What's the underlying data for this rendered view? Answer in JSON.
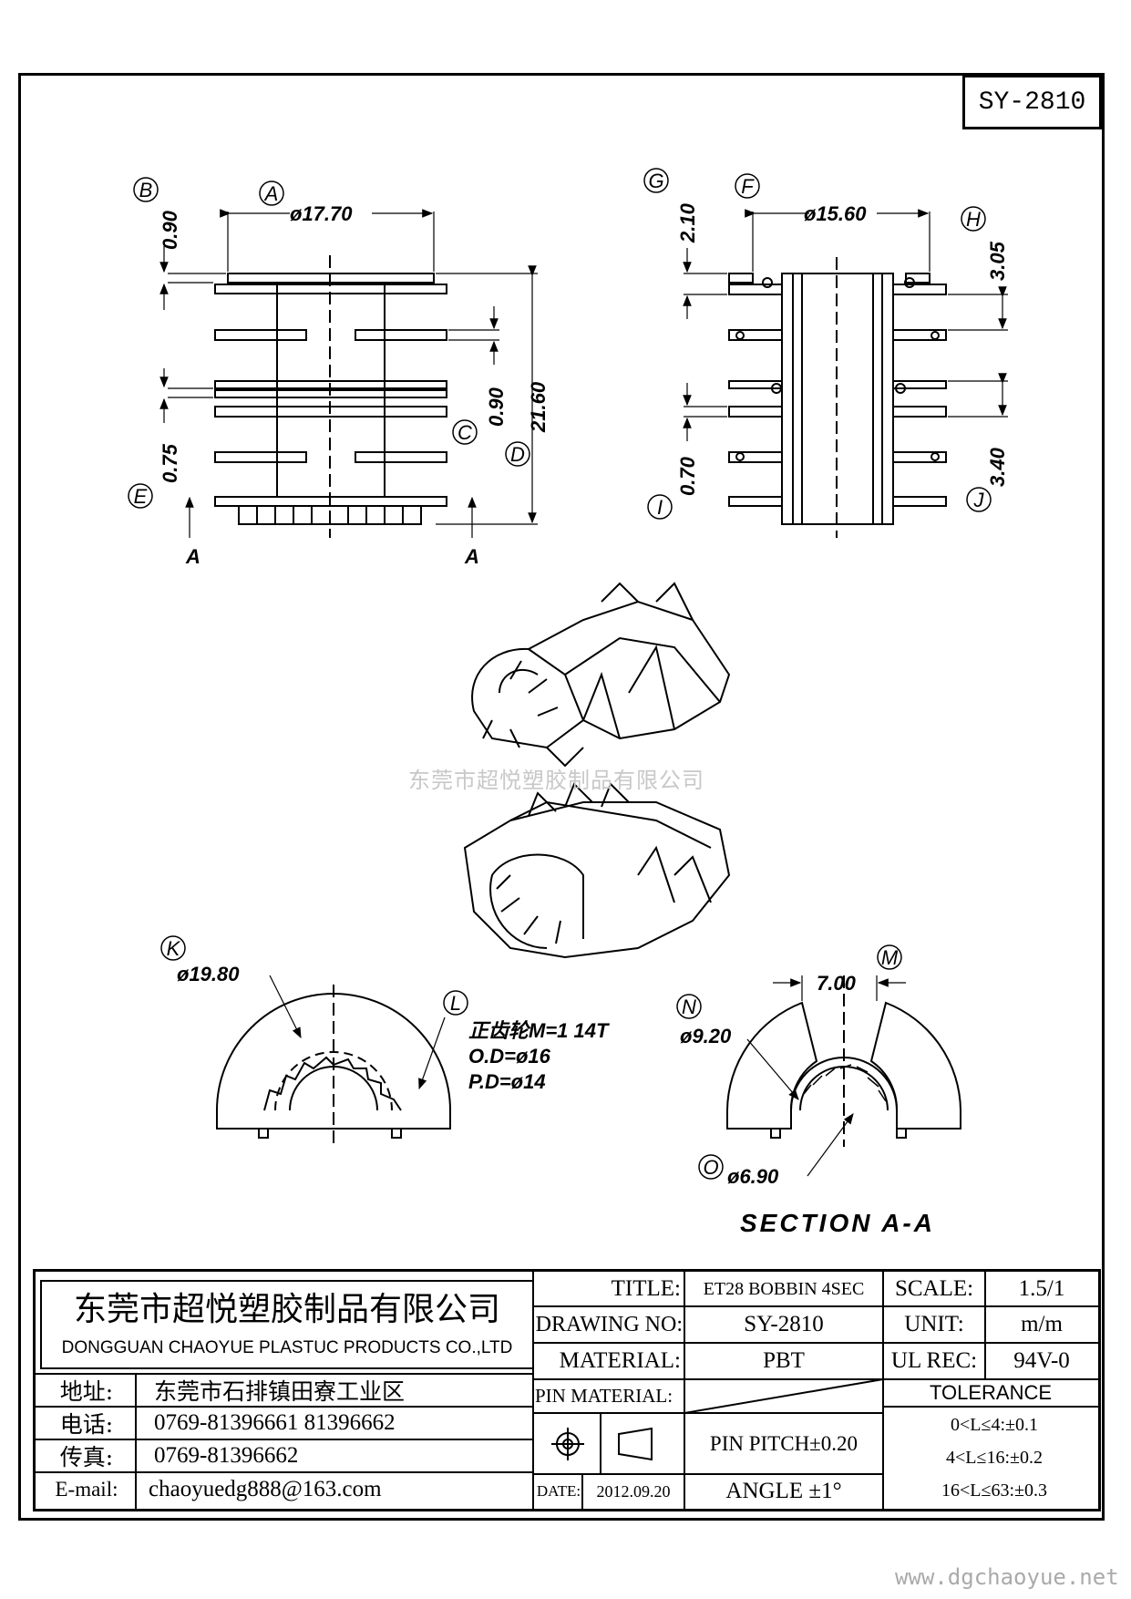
{
  "drawing_number_box": "SY-2810",
  "watermark": "东莞市超悦塑胶制品有限公司",
  "website": "www.dgchaoyue.net",
  "section_title": "SECTION   A-A",
  "callouts": {
    "A": "A",
    "B": "B",
    "C": "C",
    "D": "D",
    "E": "E",
    "F": "F",
    "G": "G",
    "H": "H",
    "I": "I",
    "J": "J",
    "K": "K",
    "L": "L",
    "M": "M",
    "N": "N",
    "O": "O"
  },
  "dimensions": {
    "A": "ø17.70",
    "B": "0.90",
    "C": "0.90",
    "D": "21.60",
    "E": "0.75",
    "F": "ø15.60",
    "G": "2.10",
    "H": "3.05",
    "I": "0.70",
    "J": "3.40",
    "K": "ø19.80",
    "M": "7.00",
    "N": "ø9.20",
    "O": "ø6.90"
  },
  "section_marks": [
    "A",
    "A"
  ],
  "gear_note": {
    "line1": "正齿轮M=1  14T",
    "line2": "O.D=ø16",
    "line3": "P.D=ø14"
  },
  "title_block": {
    "company_cn": "东莞市超悦塑胶制品有限公司",
    "company_en": "DONGGUAN CHAOYUE PLASTUC PRODUCTS CO.,LTD",
    "address_label": "地址:",
    "address": "东莞市石排镇田寮工业区",
    "phone_label": "电话:",
    "phone": "0769-81396661   81396662",
    "fax_label": "传真:",
    "fax": "0769-81396662",
    "email_label": "E-mail:",
    "email": "chaoyuedg888@163.com",
    "title_label": "TITLE:",
    "title": "ET28 BOBBIN 4SEC",
    "drawing_no_label": "DRAWING NO:",
    "drawing_no": "SY-2810",
    "material_label": "MATERIAL:",
    "material": "PBT",
    "pin_material_label": "PIN MATERIAL:",
    "pin_pitch": "PIN PITCH±0.20",
    "angle": "ANGLE  ±1°",
    "date_label": "DATE:",
    "date": "2012.09.20",
    "scale_label": "SCALE:",
    "scale": "1.5/1",
    "unit_label": "UNIT:",
    "unit": "m/m",
    "ul_rec_label": "UL REC:",
    "ul_rec": "94V-0",
    "tolerance_label": "TOLERANCE",
    "tolerances": [
      "0<L≤4:±0.1",
      "4<L≤16:±0.2",
      "16<L≤63:±0.3"
    ]
  }
}
